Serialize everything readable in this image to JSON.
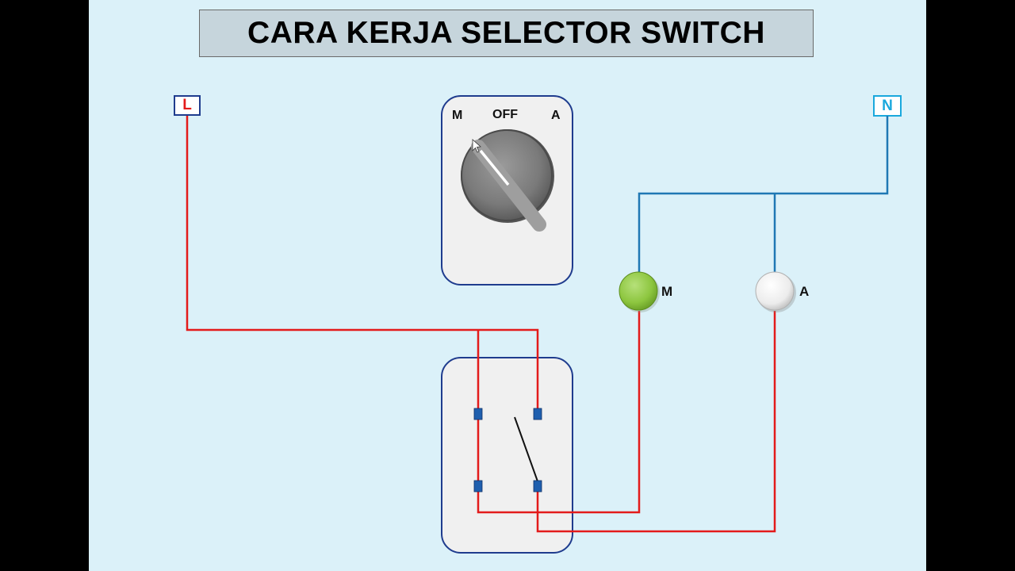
{
  "title": "CARA KERJA SELECTOR SWITCH",
  "terminals": {
    "line": "L",
    "neutral": "N"
  },
  "selector_positions": {
    "manual": "M",
    "off": "OFF",
    "auto": "A"
  },
  "lamps": [
    {
      "label": "M",
      "color": "#8dc63f",
      "state": "on"
    },
    {
      "label": "A",
      "color": "#f2f2f2",
      "state": "off"
    }
  ],
  "colors": {
    "background": "#dbf1f9",
    "line_wire": "#e31b1b",
    "neutral_wire": "#1f78b4",
    "contact": "#1f5fae",
    "panel_border": "#1f3c8e"
  }
}
